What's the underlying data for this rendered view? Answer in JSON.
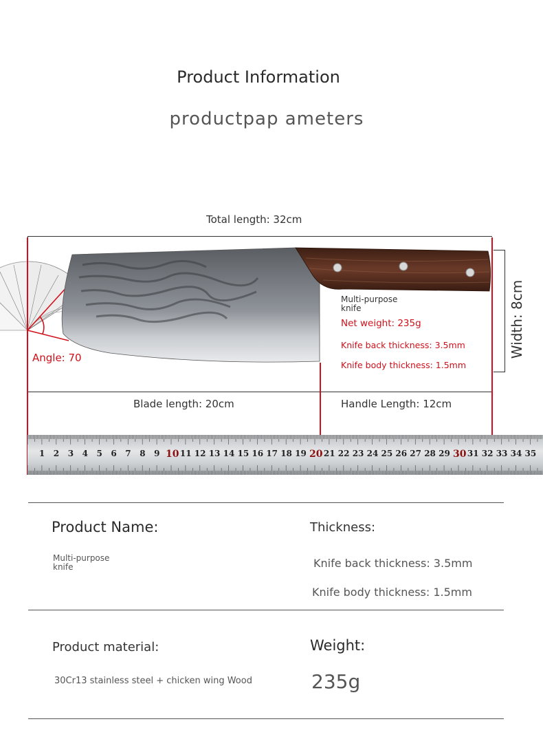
{
  "header": {
    "title": "Product Information",
    "subtitle": "productpap ameters"
  },
  "dimensions": {
    "total_length": "Total length: 32cm",
    "width": "Width: 8cm",
    "angle": "Angle: 70",
    "blade_length": "Blade length: 20cm",
    "handle_length": "Handle Length: 12cm"
  },
  "callout": {
    "name_line1": "Multi-purpose",
    "name_line2": "knife",
    "net_weight": "Net weight: 235g",
    "back_thickness": "Knife back thickness: 3.5mm",
    "body_thickness": "Knife body thickness: 1.5mm"
  },
  "ruler": {
    "numbers": [
      "1",
      "2",
      "3",
      "4",
      "5",
      "6",
      "7",
      "8",
      "9",
      "10",
      "11",
      "12",
      "13",
      "14",
      "15",
      "16",
      "17",
      "18",
      "19",
      "20",
      "21",
      "22",
      "23",
      "24",
      "25",
      "26",
      "27",
      "28",
      "29",
      "30",
      "31",
      "32",
      "33",
      "34",
      "35"
    ],
    "highlight": [
      "10",
      "20",
      "30"
    ]
  },
  "info": {
    "name_label": "Product Name:",
    "name_line1": "Multi-purpose",
    "name_line2": "knife",
    "thickness_label": "Thickness:",
    "back_thickness": "Knife back thickness: 3.5mm",
    "body_thickness": "Knife body thickness: 1.5mm",
    "material_label": "Product material:",
    "material_value": "30Cr13 stainless steel + chicken wing Wood",
    "weight_label": "Weight:",
    "weight_value": "235g"
  }
}
